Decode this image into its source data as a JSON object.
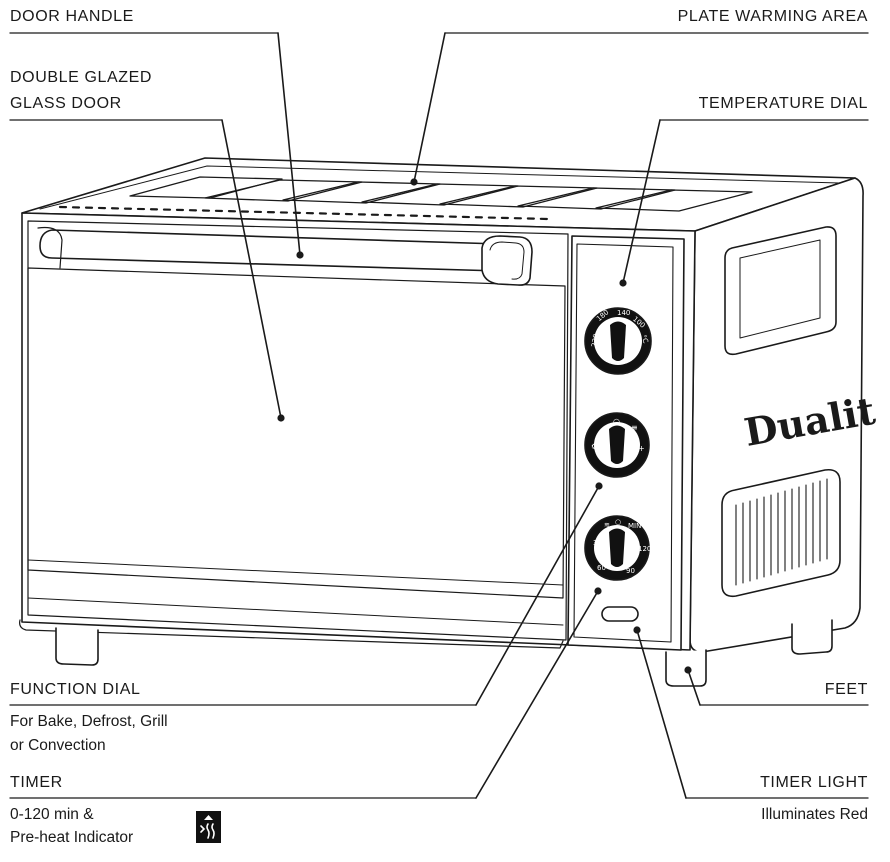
{
  "labels": {
    "door_handle": "DOOR HANDLE",
    "plate_warming_area": "PLATE WARMING AREA",
    "double_glazed_line1": "DOUBLE GLAZED",
    "double_glazed_line2": "GLASS DOOR",
    "temperature_dial": "TEMPERATURE DIAL",
    "function_dial": "FUNCTION DIAL",
    "function_desc_line1": "For Bake, Defrost, Grill",
    "function_desc_line2": "or Convection",
    "timer": "TIMER",
    "timer_desc_line1": "0-120 min &",
    "timer_desc_line2": "Pre-heat Indicator",
    "feet": "FEET",
    "timer_light": "TIMER LIGHT",
    "timer_light_desc": "Illuminates Red"
  },
  "oven": {
    "brand": "Dualit",
    "temperature_dial_marks": [
      "220",
      "180",
      "140",
      "100",
      "°C"
    ],
    "function_dial_marks": [
      "⚙",
      "○",
      "≡",
      "+"
    ],
    "timer_dial_marks": [
      "30",
      "≋",
      "○",
      "MIN",
      "120",
      "90",
      "60"
    ]
  },
  "icons": {
    "preheat": "preheat-indicator-icon"
  },
  "colors": {
    "line": "#1a1a1a",
    "background": "#ffffff",
    "icon_bg": "#111111"
  }
}
